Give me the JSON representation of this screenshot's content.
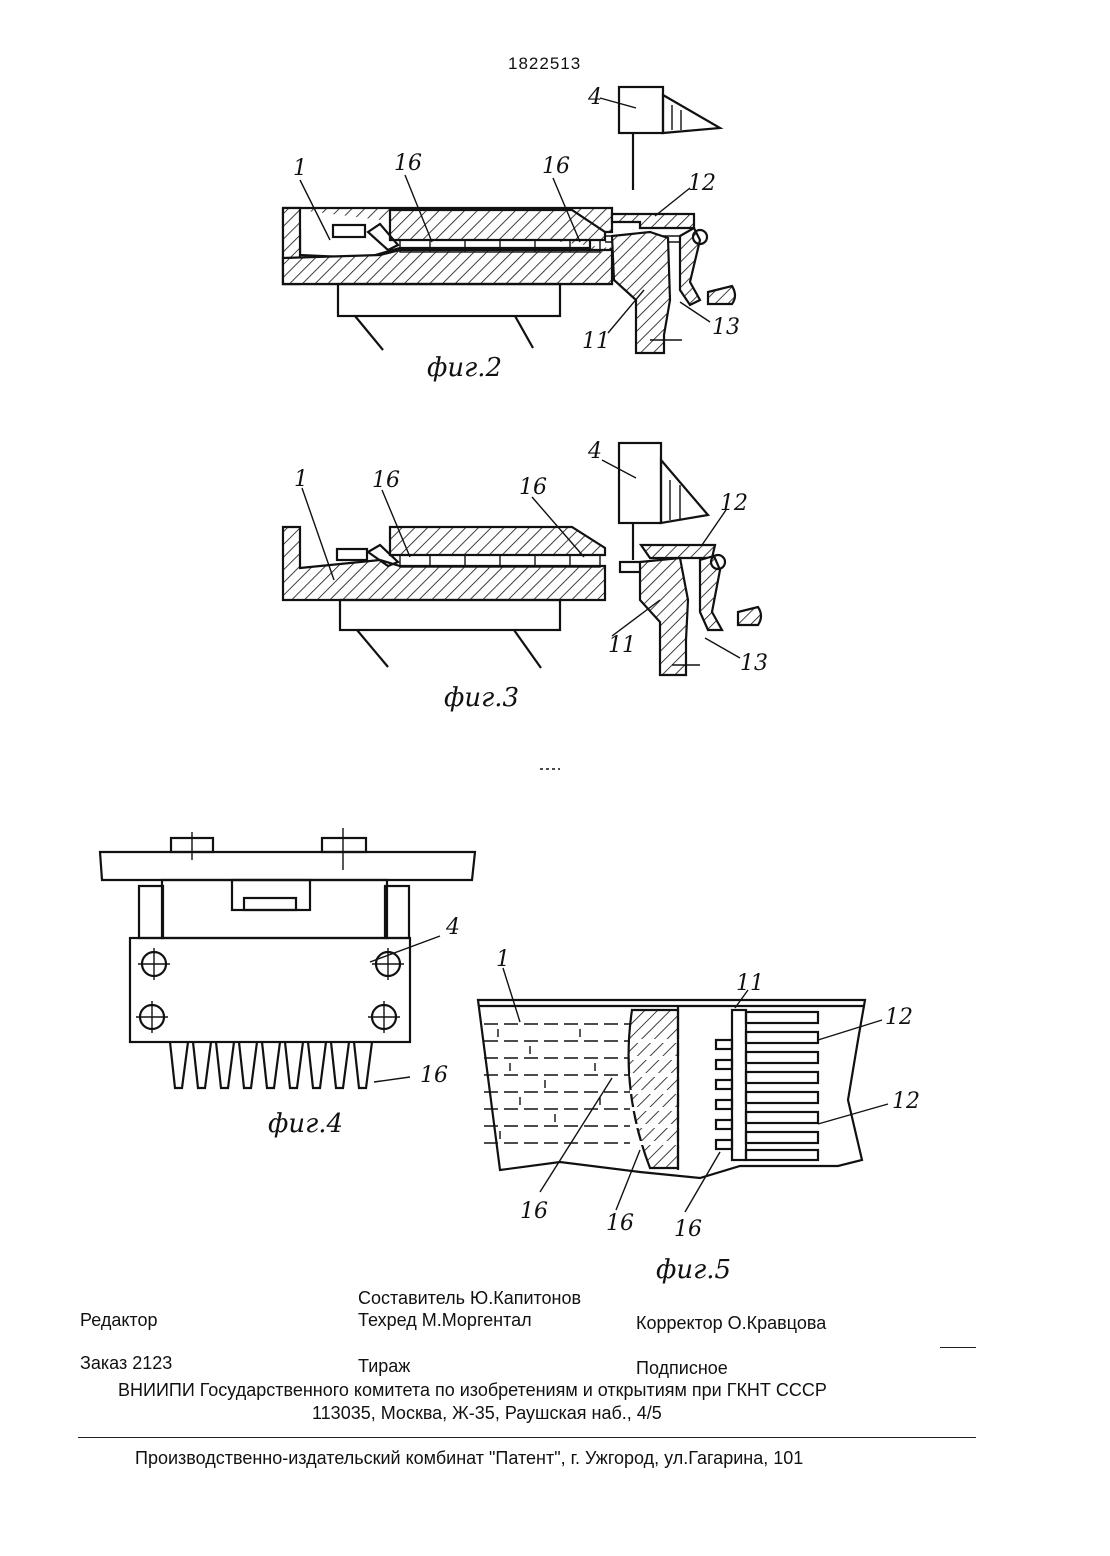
{
  "patent_number": "1822513",
  "figures": {
    "fig2": {
      "caption": "фиг.2",
      "labels": [
        "1",
        "16",
        "16",
        "4",
        "12",
        "11",
        "13"
      ]
    },
    "fig3": {
      "caption": "фиг.3",
      "labels": [
        "1",
        "16",
        "16",
        "4",
        "12",
        "11",
        "13"
      ]
    },
    "fig4": {
      "caption": "фиг.4",
      "labels": [
        "4",
        "16"
      ]
    },
    "fig5": {
      "caption": "фиг.5",
      "labels": [
        "1",
        "11",
        "12",
        "12",
        "16",
        "16",
        "16"
      ]
    }
  },
  "colophon": {
    "compiler": "Составитель  Ю.Капитонов",
    "editor": "Редактор",
    "techred": "Техред М.Моргентал",
    "corrector": "Корректор  О.Кравцова",
    "order": "Заказ  2123",
    "print_run": "Тираж",
    "subscription": "Подписное",
    "institute": "ВНИИПИ Государственного комитета по изобретениям и открытиям при ГКНТ СССР",
    "address": "113035, Москва, Ж-35, Раушская наб., 4/5",
    "publisher": "Производственно-издательский комбинат \"Патент\", г. Ужгород, ул.Гагарина, 101"
  }
}
